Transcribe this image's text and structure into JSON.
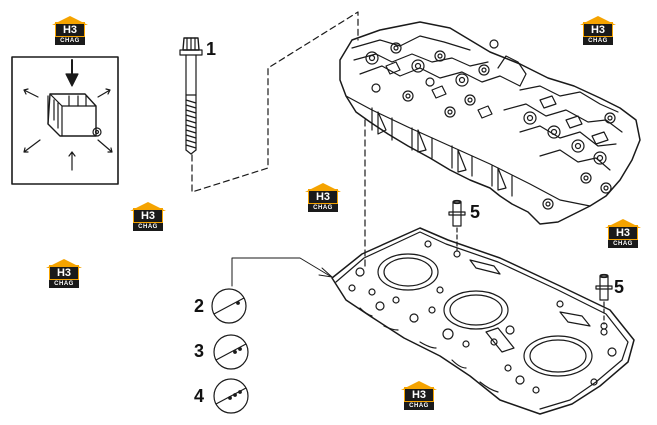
{
  "callouts": {
    "bolt": "1",
    "gasket_variant_2": "2",
    "gasket_variant_3": "3",
    "gasket_variant_4": "4",
    "dowel_left": "5",
    "dowel_right": "5"
  },
  "watermark": {
    "brand_top": "H3",
    "brand_bottom": "CHAG",
    "color": "#f5a300",
    "text_color": "#ffffff",
    "band_color": "#1a1a1a"
  },
  "line_color": "#1a1a1a"
}
